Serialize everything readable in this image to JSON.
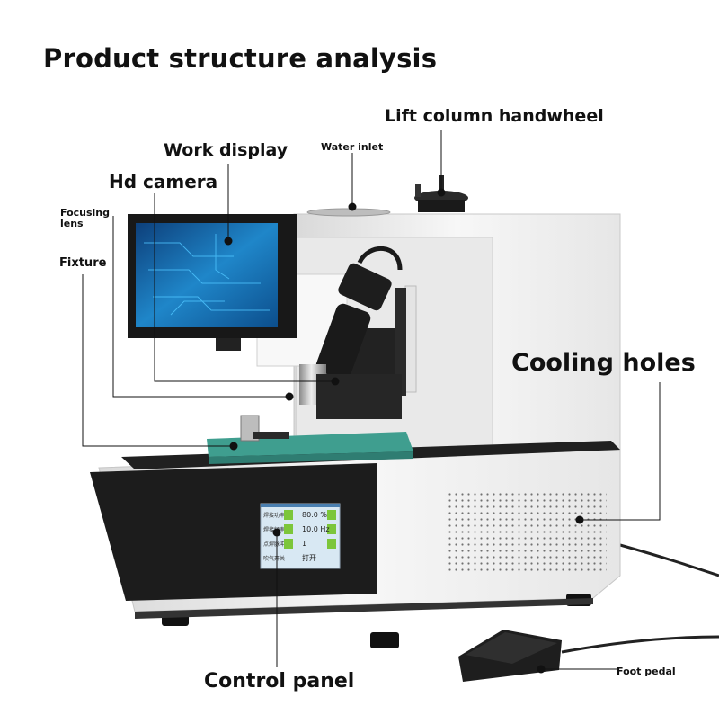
{
  "title": "Product structure analysis",
  "labels": {
    "lift_column_handwheel": "Lift column handwheel",
    "water_inlet": "Water inlet",
    "work_display": "Work display",
    "hd_camera": "Hd camera",
    "focusing_lens": "Focusing lens",
    "fixture": "Fixture",
    "cooling_holes": "Cooling holes",
    "control_panel": "Control panel",
    "foot_pedal": "Foot pedal"
  },
  "panel": {
    "rows": [
      {
        "label": "焊接功率",
        "value": "80.0",
        "unit": "%"
      },
      {
        "label": "焊接频率",
        "value": "10.0",
        "unit": "Hz"
      },
      {
        "label": "点焊脉冲数",
        "value": "1",
        "unit": ""
      },
      {
        "label": "吹气开关",
        "value": "打开",
        "unit": ""
      }
    ]
  },
  "colors": {
    "body_white": "#f4f4f4",
    "front_black": "#1c1c1c",
    "table_green": "#3f9e8f",
    "screen_blue": "#1e78b8",
    "panel_arrow_green": "#7cc63a"
  }
}
